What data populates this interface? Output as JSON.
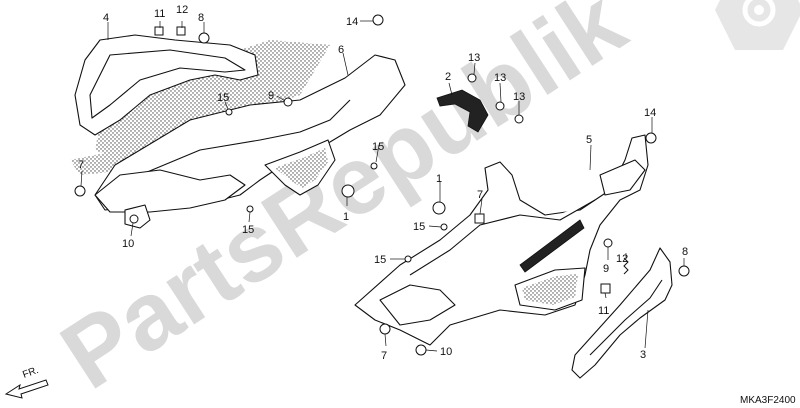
{
  "diagram": {
    "watermark": "PartsRepublik",
    "diagram_code": "MKA3F2400",
    "direction_label": "FR.",
    "callouts": [
      "1",
      "1",
      "2",
      "3",
      "4",
      "5",
      "6",
      "7",
      "7",
      "8",
      "8",
      "9",
      "9",
      "10",
      "10",
      "11",
      "11",
      "12",
      "12",
      "13",
      "13",
      "13",
      "14",
      "14",
      "15",
      "15",
      "15",
      "15",
      "15"
    ]
  }
}
